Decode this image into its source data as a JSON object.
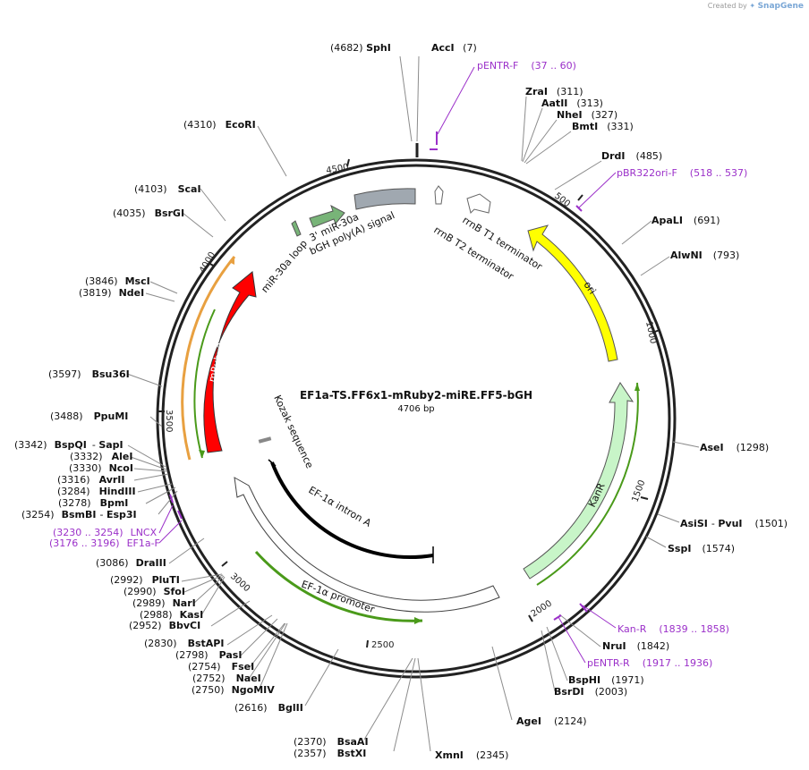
{
  "credit": {
    "prefix": "Created by",
    "brand": "SnapGene"
  },
  "plasmid": {
    "name": "EF1a-TS.FF6x1-mRuby2-miRE.FF5-bGH",
    "length": "4706 bp"
  },
  "colors": {
    "backbone": "#222222",
    "site_line": "#8c8c8c",
    "primer": "#9b30c9",
    "ori": "#ffff00",
    "kanR": "#c8f5c8",
    "mRuby2": "#ff0000",
    "bGH": "#a0a8b0",
    "miR30a": "#78b478",
    "promoter_fill": "#ffffff",
    "green_arrow": "#4a9a1a",
    "orange_arrow": "#e8a040"
  },
  "ticks": [
    {
      "label": "4500"
    },
    {
      "label": "500"
    },
    {
      "label": "1000"
    },
    {
      "label": "1500"
    },
    {
      "label": "2000"
    },
    {
      "label": "2500"
    },
    {
      "label": "3000"
    },
    {
      "label": "3500"
    },
    {
      "label": "4000"
    }
  ],
  "sites": [
    {
      "name": "SphI",
      "pos": "(4682)"
    },
    {
      "name": "AccI",
      "pos": "(7)"
    },
    {
      "name": "ZraI",
      "pos": "(311)"
    },
    {
      "name": "AatII",
      "pos": "(313)"
    },
    {
      "name": "NheI",
      "pos": "(327)"
    },
    {
      "name": "BmtI",
      "pos": "(331)"
    },
    {
      "name": "DrdI",
      "pos": "(485)"
    },
    {
      "name": "ApaLI",
      "pos": "(691)"
    },
    {
      "name": "AlwNI",
      "pos": "(793)"
    },
    {
      "name": "AseI",
      "pos": "(1298)"
    },
    {
      "name": "AsiSI",
      "pos": "(1501)",
      "alias": "PvuI"
    },
    {
      "name": "SspI",
      "pos": "(1574)"
    },
    {
      "name": "NruI",
      "pos": "(1842)"
    },
    {
      "name": "BspHI",
      "pos": "(1971)"
    },
    {
      "name": "BsrDI",
      "pos": "(2003)"
    },
    {
      "name": "AgeI",
      "pos": "(2124)"
    },
    {
      "name": "XmnI",
      "pos": "(2345)"
    },
    {
      "name": "BstXI",
      "pos": "(2357)"
    },
    {
      "name": "BsaAI",
      "pos": "(2370)"
    },
    {
      "name": "BglII",
      "pos": "(2616)"
    },
    {
      "name": "NgoMIV",
      "pos": "(2750)"
    },
    {
      "name": "NaeI",
      "pos": "(2752)"
    },
    {
      "name": "FseI",
      "pos": "(2754)"
    },
    {
      "name": "PasI",
      "pos": "(2798)"
    },
    {
      "name": "BstAPI",
      "pos": "(2830)"
    },
    {
      "name": "BbvCI",
      "pos": "(2952)"
    },
    {
      "name": "KasI",
      "pos": "(2988)"
    },
    {
      "name": "NarI",
      "pos": "(2989)"
    },
    {
      "name": "SfoI",
      "pos": "(2990)"
    },
    {
      "name": "PluTI",
      "pos": "(2992)"
    },
    {
      "name": "DraIII",
      "pos": "(3086)"
    },
    {
      "name": "BsmBI",
      "pos": "(3254)",
      "alias": "Esp3I"
    },
    {
      "name": "BpmI",
      "pos": "(3278)"
    },
    {
      "name": "HindIII",
      "pos": "(3284)"
    },
    {
      "name": "AvrII",
      "pos": "(3316)"
    },
    {
      "name": "NcoI",
      "pos": "(3330)"
    },
    {
      "name": "AleI",
      "pos": "(3332)"
    },
    {
      "name": "BspQI",
      "pos": "(3342)",
      "alias": "SapI"
    },
    {
      "name": "PpuMI",
      "pos": "(3488)"
    },
    {
      "name": "Bsu36I",
      "pos": "(3597)"
    },
    {
      "name": "NdeI",
      "pos": "(3819)"
    },
    {
      "name": "MscI",
      "pos": "(3846)"
    },
    {
      "name": "BsrGI",
      "pos": "(4035)"
    },
    {
      "name": "ScaI",
      "pos": "(4103)"
    },
    {
      "name": "EcoRI",
      "pos": "(4310)"
    }
  ],
  "primers": [
    {
      "name": "pENTR-F",
      "range": "(37 .. 60)"
    },
    {
      "name": "pBR322ori-F",
      "range": "(518 .. 537)"
    },
    {
      "name": "Kan-R",
      "range": "(1839 .. 1858)"
    },
    {
      "name": "pENTR-R",
      "range": "(1917 .. 1936)"
    },
    {
      "name": "LNCX",
      "range": "(3230 .. 3254)"
    },
    {
      "name": "EF1a-F",
      "range": "(3176 .. 3196)"
    }
  ],
  "features": [
    {
      "label": "ori"
    },
    {
      "label": "KanR"
    },
    {
      "label": "mRuby2"
    },
    {
      "label": "rrnB T1 terminator"
    },
    {
      "label": "rrnB T2 terminator"
    },
    {
      "label": "3' miR-30a"
    },
    {
      "label": "bGH poly(A) signal"
    },
    {
      "label": "miR-30a loop"
    },
    {
      "label": "Kozak sequence"
    },
    {
      "label": "EF-1α intron A"
    },
    {
      "label": "EF-1α promoter"
    }
  ]
}
